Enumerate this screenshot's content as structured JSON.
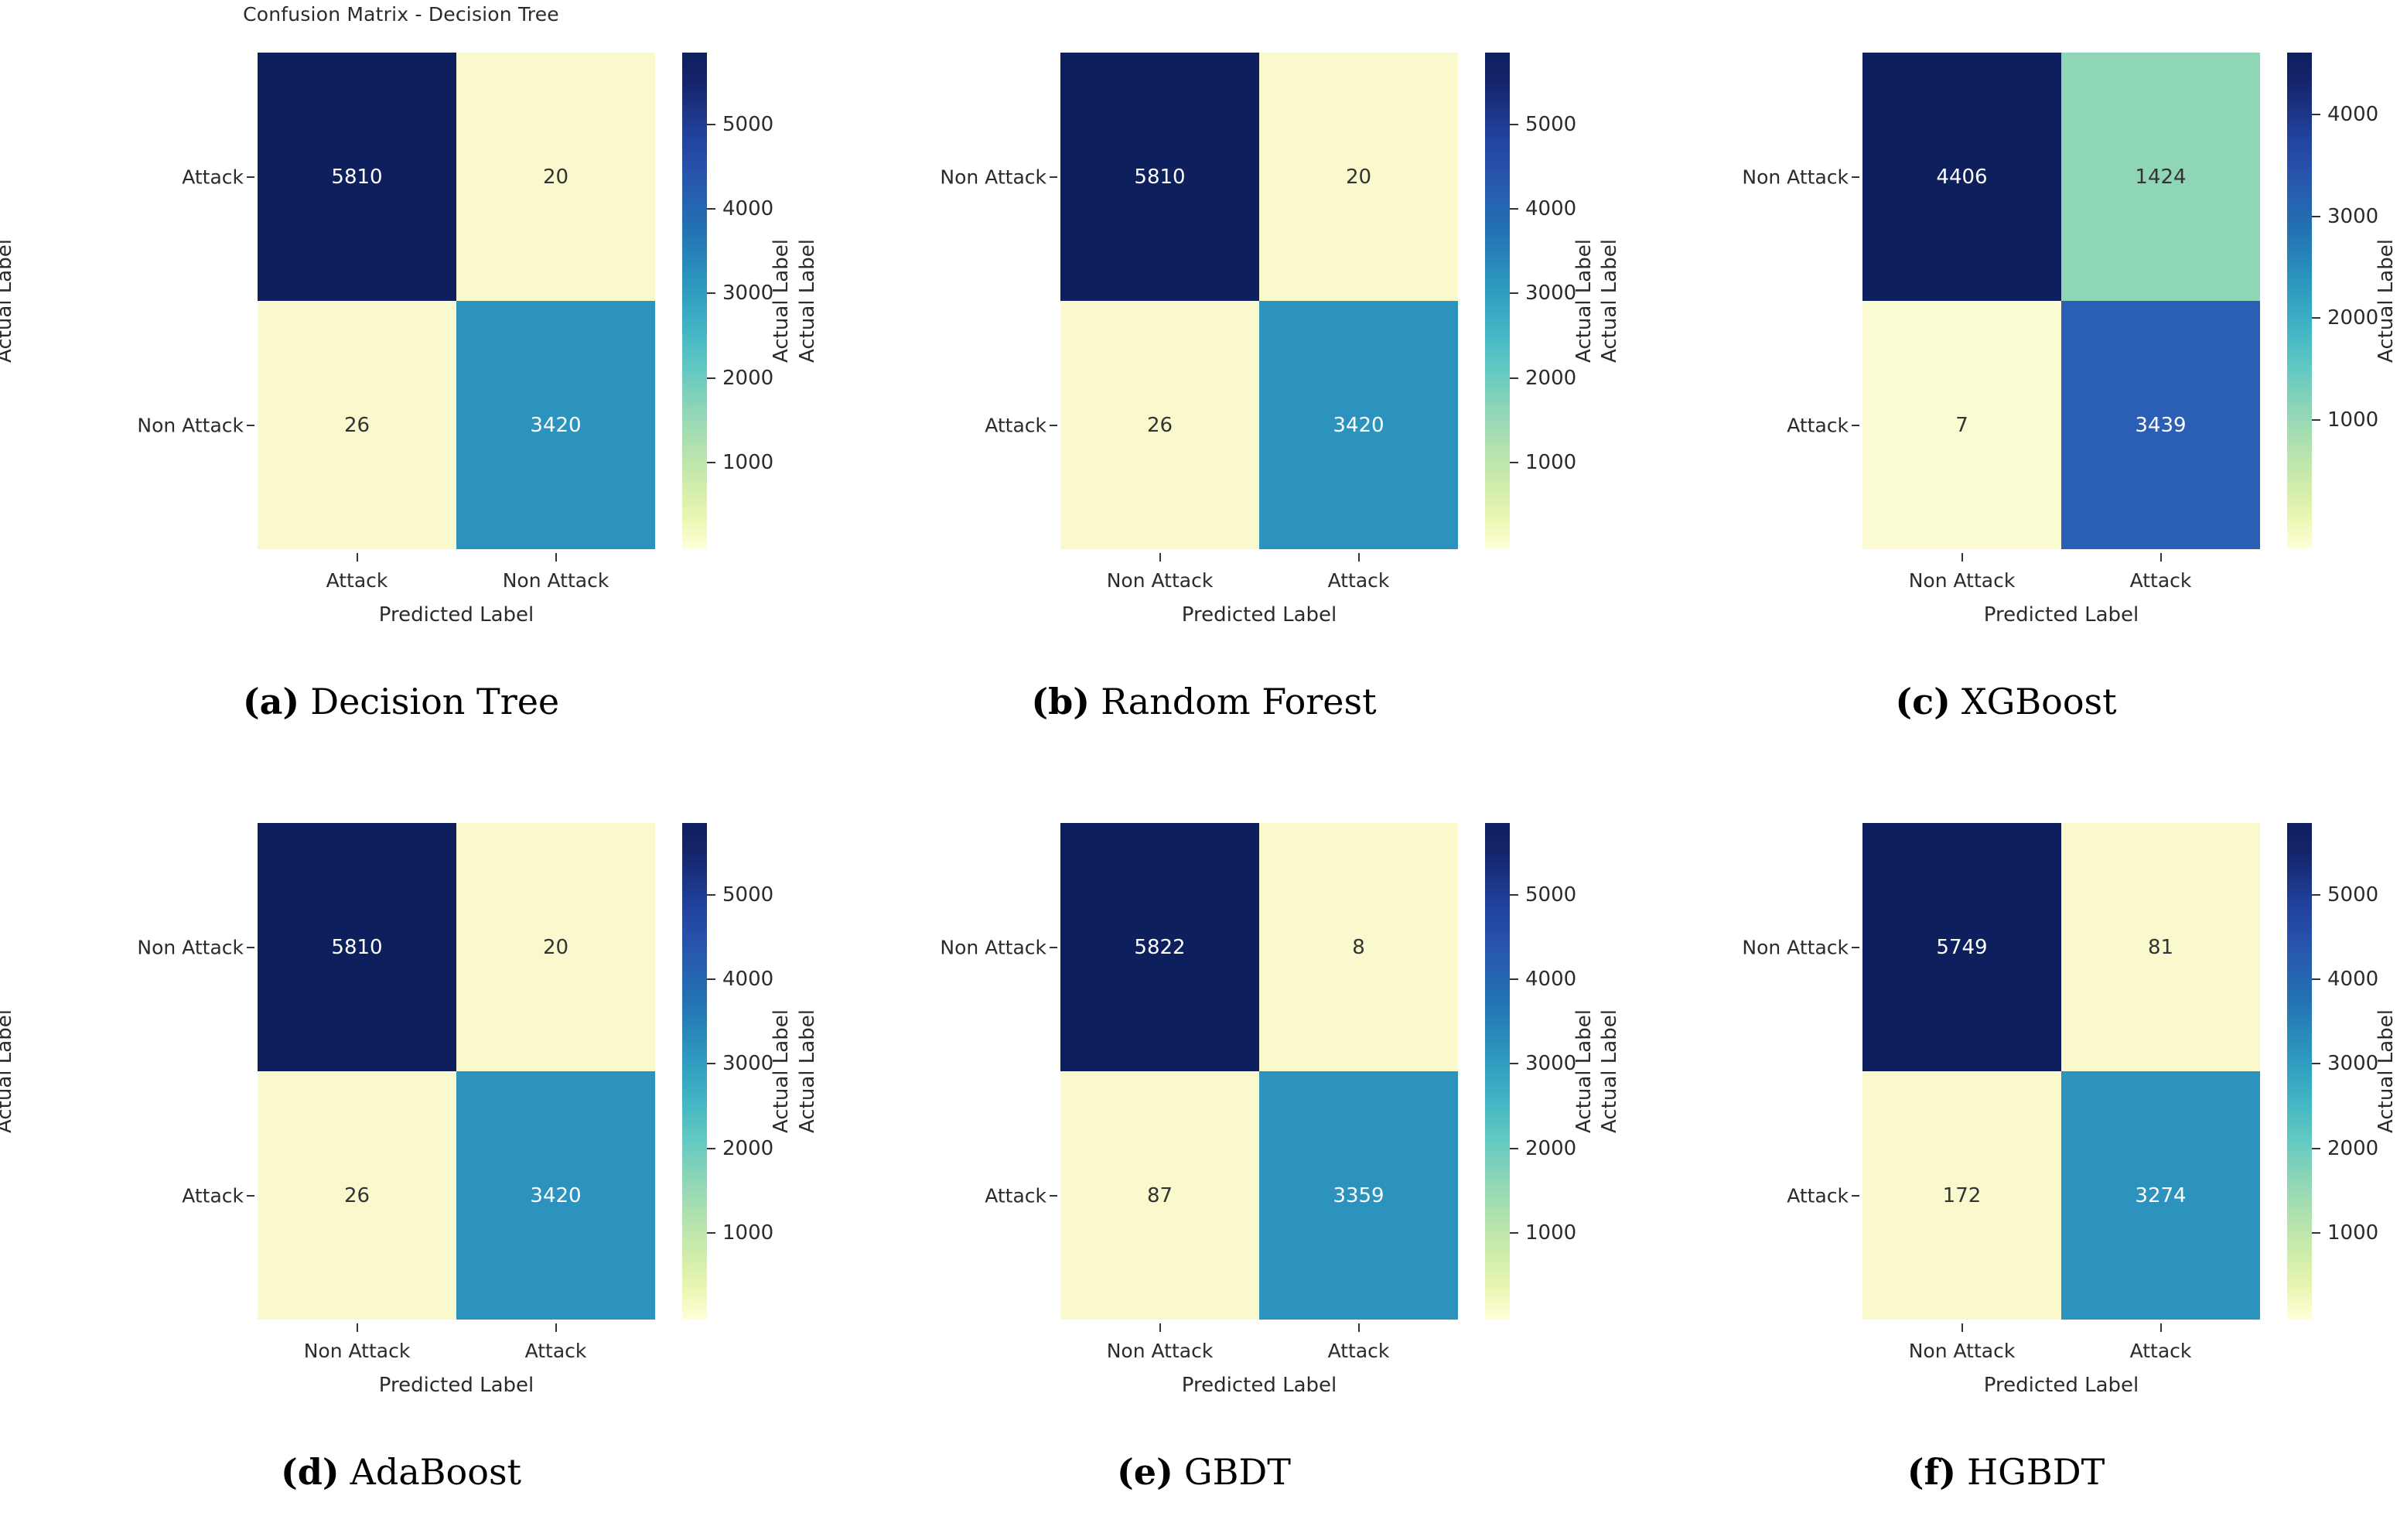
{
  "figure": {
    "rows": 2,
    "columns": 3,
    "colormap": "YlGnBu",
    "axis_titles": {
      "x": "Predicted Label",
      "y": "Actual Label",
      "colorbar": "Actual Label"
    }
  },
  "colors": {
    "navy": "#0d1f5c",
    "teal": "#2b93be",
    "pale_yellow": "#f9f9cd",
    "mint_green": "#8ed6b6",
    "medium_blue": "#2a5fb5",
    "text_dark": "#333333",
    "text_light": "#ffffff"
  },
  "panels": [
    {
      "id": "a",
      "caption_label": "(a)",
      "caption_name": "Decision Tree",
      "title": "Confusion Matrix - Decision Tree",
      "has_title": true,
      "x_ticklabels": [
        "Attack",
        "Non Attack"
      ],
      "y_ticklabels": [
        "Attack",
        "Non Attack"
      ],
      "cells": [
        [
          {
            "value": "5810",
            "color": "#0d1f5c",
            "text": "#ffffff"
          },
          {
            "value": "20",
            "color": "#f9f9cd",
            "text": "#333333"
          }
        ],
        [
          {
            "value": "26",
            "color": "#f9f9cd",
            "text": "#333333"
          },
          {
            "value": "3420",
            "color": "#2b93be",
            "text": "#ffffff"
          }
        ]
      ],
      "colorbar": {
        "ticks": [
          "5000",
          "4000",
          "3000",
          "2000",
          "1000"
        ],
        "positions": [
          14.5,
          31.5,
          48.5,
          65.5,
          82.5
        ]
      }
    },
    {
      "id": "b",
      "caption_label": "(b)",
      "caption_name": "Random Forest",
      "title": "",
      "has_title": false,
      "x_ticklabels": [
        "Non Attack",
        "Attack"
      ],
      "y_ticklabels": [
        "Non Attack",
        "Attack"
      ],
      "cells": [
        [
          {
            "value": "5810",
            "color": "#0d1f5c",
            "text": "#ffffff"
          },
          {
            "value": "20",
            "color": "#f9f9cd",
            "text": "#333333"
          }
        ],
        [
          {
            "value": "26",
            "color": "#f9f9cd",
            "text": "#333333"
          },
          {
            "value": "3420",
            "color": "#2b93be",
            "text": "#ffffff"
          }
        ]
      ],
      "colorbar": {
        "ticks": [
          "5000",
          "4000",
          "3000",
          "2000",
          "1000"
        ],
        "positions": [
          14.5,
          31.5,
          48.5,
          65.5,
          82.5
        ]
      }
    },
    {
      "id": "c",
      "caption_label": "(c)",
      "caption_name": "XGBoost",
      "title": "",
      "has_title": false,
      "x_ticklabels": [
        "Non Attack",
        "Attack"
      ],
      "y_ticklabels": [
        "Non Attack",
        "Attack"
      ],
      "cells": [
        [
          {
            "value": "4406",
            "color": "#0d1f5c",
            "text": "#ffffff"
          },
          {
            "value": "1424",
            "color": "#8ed6b6",
            "text": "#333333"
          }
        ],
        [
          {
            "value": "7",
            "color": "#fbfbd3",
            "text": "#333333"
          },
          {
            "value": "3439",
            "color": "#2a5fb5",
            "text": "#ffffff"
          }
        ]
      ],
      "colorbar": {
        "ticks": [
          "4000",
          "3000",
          "2000",
          "1000"
        ],
        "positions": [
          12.5,
          33.0,
          53.5,
          74.0
        ]
      }
    },
    {
      "id": "d",
      "caption_label": "(d)",
      "caption_name": "AdaBoost",
      "title": "",
      "has_title": false,
      "x_ticklabels": [
        "Non Attack",
        "Attack"
      ],
      "y_ticklabels": [
        "Non Attack",
        "Attack"
      ],
      "cells": [
        [
          {
            "value": "5810",
            "color": "#0d1f5c",
            "text": "#ffffff"
          },
          {
            "value": "20",
            "color": "#f9f9cd",
            "text": "#333333"
          }
        ],
        [
          {
            "value": "26",
            "color": "#f9f9cd",
            "text": "#333333"
          },
          {
            "value": "3420",
            "color": "#2b93be",
            "text": "#ffffff"
          }
        ]
      ],
      "colorbar": {
        "ticks": [
          "5000",
          "4000",
          "3000",
          "2000",
          "1000"
        ],
        "positions": [
          14.5,
          31.5,
          48.5,
          65.5,
          82.5
        ]
      }
    },
    {
      "id": "e",
      "caption_label": "(e)",
      "caption_name": "GBDT",
      "title": "",
      "has_title": false,
      "x_ticklabels": [
        "Non Attack",
        "Attack"
      ],
      "y_ticklabels": [
        "Non Attack",
        "Attack"
      ],
      "cells": [
        [
          {
            "value": "5822",
            "color": "#0d1f5c",
            "text": "#ffffff"
          },
          {
            "value": "8",
            "color": "#f9f9cd",
            "text": "#333333"
          }
        ],
        [
          {
            "value": "87",
            "color": "#f9f9cd",
            "text": "#333333"
          },
          {
            "value": "3359",
            "color": "#2b93be",
            "text": "#ffffff"
          }
        ]
      ],
      "colorbar": {
        "ticks": [
          "5000",
          "4000",
          "3000",
          "2000",
          "1000"
        ],
        "positions": [
          14.5,
          31.5,
          48.5,
          65.5,
          82.5
        ]
      }
    },
    {
      "id": "f",
      "caption_label": "(f)",
      "caption_name": "HGBDT",
      "title": "",
      "has_title": false,
      "x_ticklabels": [
        "Non Attack",
        "Attack"
      ],
      "y_ticklabels": [
        "Non Attack",
        "Attack"
      ],
      "cells": [
        [
          {
            "value": "5749",
            "color": "#0d1f5c",
            "text": "#ffffff"
          },
          {
            "value": "81",
            "color": "#f9f9cd",
            "text": "#333333"
          }
        ],
        [
          {
            "value": "172",
            "color": "#f9f9cd",
            "text": "#333333"
          },
          {
            "value": "3274",
            "color": "#2b93be",
            "text": "#ffffff"
          }
        ]
      ],
      "colorbar": {
        "ticks": [
          "5000",
          "4000",
          "3000",
          "2000",
          "1000"
        ],
        "positions": [
          14.5,
          31.5,
          48.5,
          65.5,
          82.5
        ]
      }
    }
  ],
  "chart_data": {
    "type": "heatmap",
    "title": "Confusion Matrix - Decision Tree",
    "xlabel": "Predicted Label",
    "ylabel": "Actual Label",
    "colormap": "YlGnBu",
    "panels": [
      {
        "name": "Decision Tree",
        "panel": "(a)",
        "x_categories": [
          "Attack",
          "Non Attack"
        ],
        "y_categories": [
          "Attack",
          "Non Attack"
        ],
        "matrix": [
          [
            5810,
            20
          ],
          [
            26,
            3420
          ]
        ],
        "cbar_range": [
          0,
          5810
        ],
        "cbar_ticks": [
          1000,
          2000,
          3000,
          4000,
          5000
        ]
      },
      {
        "name": "Random Forest",
        "panel": "(b)",
        "x_categories": [
          "Non Attack",
          "Attack"
        ],
        "y_categories": [
          "Non Attack",
          "Attack"
        ],
        "matrix": [
          [
            5810,
            20
          ],
          [
            26,
            3420
          ]
        ],
        "cbar_range": [
          0,
          5810
        ],
        "cbar_ticks": [
          1000,
          2000,
          3000,
          4000,
          5000
        ]
      },
      {
        "name": "XGBoost",
        "panel": "(c)",
        "x_categories": [
          "Non Attack",
          "Attack"
        ],
        "y_categories": [
          "Non Attack",
          "Attack"
        ],
        "matrix": [
          [
            4406,
            1424
          ],
          [
            7,
            3439
          ]
        ],
        "cbar_range": [
          0,
          4406
        ],
        "cbar_ticks": [
          1000,
          2000,
          3000,
          4000
        ]
      },
      {
        "name": "AdaBoost",
        "panel": "(d)",
        "x_categories": [
          "Non Attack",
          "Attack"
        ],
        "y_categories": [
          "Non Attack",
          "Attack"
        ],
        "matrix": [
          [
            5810,
            20
          ],
          [
            26,
            3420
          ]
        ],
        "cbar_range": [
          0,
          5810
        ],
        "cbar_ticks": [
          1000,
          2000,
          3000,
          4000,
          5000
        ]
      },
      {
        "name": "GBDT",
        "panel": "(e)",
        "x_categories": [
          "Non Attack",
          "Attack"
        ],
        "y_categories": [
          "Non Attack",
          "Attack"
        ],
        "matrix": [
          [
            5822,
            8
          ],
          [
            87,
            3359
          ]
        ],
        "cbar_range": [
          0,
          5822
        ],
        "cbar_ticks": [
          1000,
          2000,
          3000,
          4000,
          5000
        ]
      },
      {
        "name": "HGBDT",
        "panel": "(f)",
        "x_categories": [
          "Non Attack",
          "Attack"
        ],
        "y_categories": [
          "Non Attack",
          "Attack"
        ],
        "matrix": [
          [
            5749,
            81
          ],
          [
            172,
            3274
          ]
        ],
        "cbar_range": [
          0,
          5749
        ],
        "cbar_ticks": [
          1000,
          2000,
          3000,
          4000,
          5000
        ]
      }
    ]
  }
}
